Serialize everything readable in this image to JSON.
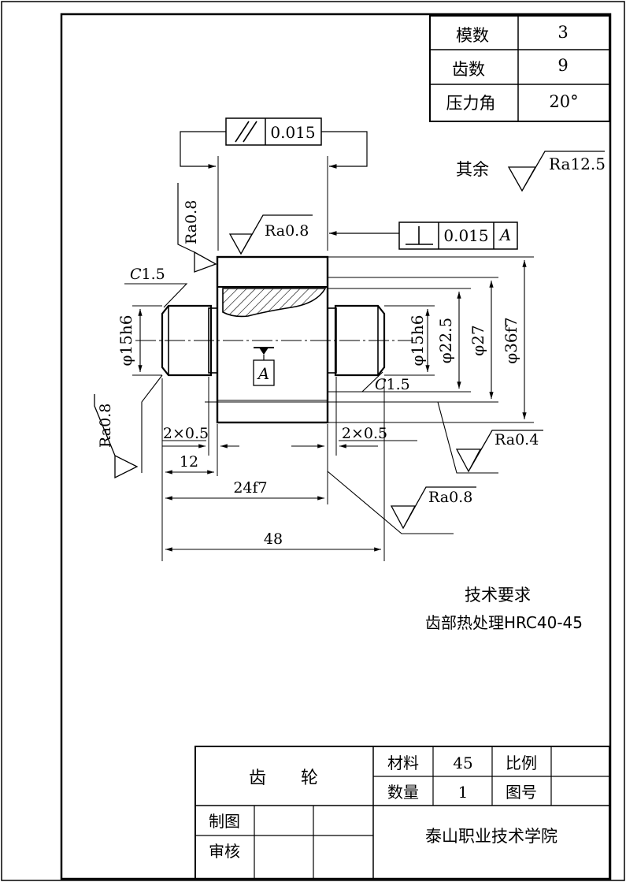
{
  "gear_params": {
    "rows": [
      {
        "label": "模数",
        "value": "3"
      },
      {
        "label": "齿数",
        "value": "9"
      },
      {
        "label": "压力角",
        "value": "20°"
      }
    ]
  },
  "surface": {
    "other_prefix": "其余",
    "other_finish": "Ra12.5",
    "face_left": "Ra0.8",
    "top": "Ra0.8",
    "shaft_left": "Ra0.8",
    "gear_od": "Ra0.4",
    "gear_face_right": "Ra0.8"
  },
  "tolerances": {
    "parallelism_value": "0.015",
    "perpendicularity_value": "0.015",
    "datum": "A"
  },
  "dimensions": {
    "chamfer_left": "C1.5",
    "chamfer_right": "C1.5",
    "shaft_dia_left": "φ15h6",
    "shaft_dia_right": "φ15h6",
    "root_dia": "φ22.5",
    "bore_dia": "φ27",
    "outer_dia": "φ36f7",
    "groove_left": "2×0.5",
    "groove_right": "2×0.5",
    "len_12": "12",
    "len_24": "24f7",
    "len_48": "48"
  },
  "requirements": {
    "title": "技术要求",
    "line1": "齿部热处理HRC40-45"
  },
  "title_block": {
    "part_name": "齿　　轮",
    "material_label": "材料",
    "material_value": "45",
    "scale_label": "比例",
    "scale_value": "",
    "qty_label": "数量",
    "qty_value": "1",
    "drawing_no_label": "图号",
    "drawing_no_value": "",
    "drawn_by_label": "制图",
    "checked_by_label": "审核",
    "organization": "泰山职业技术学院"
  }
}
